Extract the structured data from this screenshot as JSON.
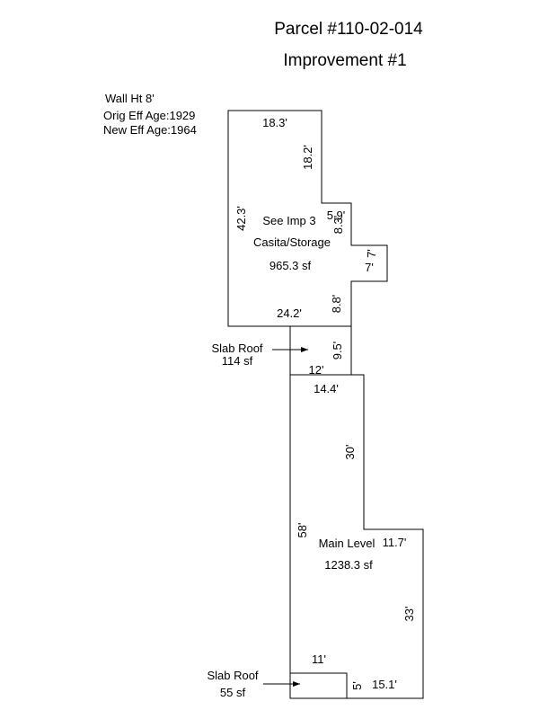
{
  "header": {
    "title": "Parcel #110-02-014",
    "subtitle": "Improvement #1"
  },
  "info": {
    "wall_height": "Wall Ht 8'",
    "orig_eff_age": "Orig Eff Age:1929",
    "new_eff_age": "New Eff Age:1964"
  },
  "casita": {
    "see_imp": "See Imp 3",
    "name": "Casita/Storage",
    "area": "965.3 sf",
    "dims": {
      "top": "18.3'",
      "upper_right": "18.2'",
      "left": "42.3'",
      "notch_top": "5.9'",
      "notch_side": "8.3'",
      "bump_side": "7'",
      "bump_depth": "7'",
      "lower_right": "8.8'",
      "bottom": "24.2'"
    }
  },
  "slab_roof_1": {
    "label": "Slab Roof",
    "area": "114 sf",
    "dims": {
      "side": "9.5'",
      "bottom": "12'"
    }
  },
  "main_level": {
    "name": "Main Level",
    "area": "1238.3 sf",
    "dims": {
      "top": "14.4'",
      "upper_right": "30'",
      "left": "58'",
      "step": "11.7'",
      "lower_right": "33'",
      "bottom": "15.1'"
    }
  },
  "slab_roof_2": {
    "label": "Slab Roof",
    "area": "55 sf",
    "dims": {
      "top": "11'",
      "side": "5'"
    }
  }
}
